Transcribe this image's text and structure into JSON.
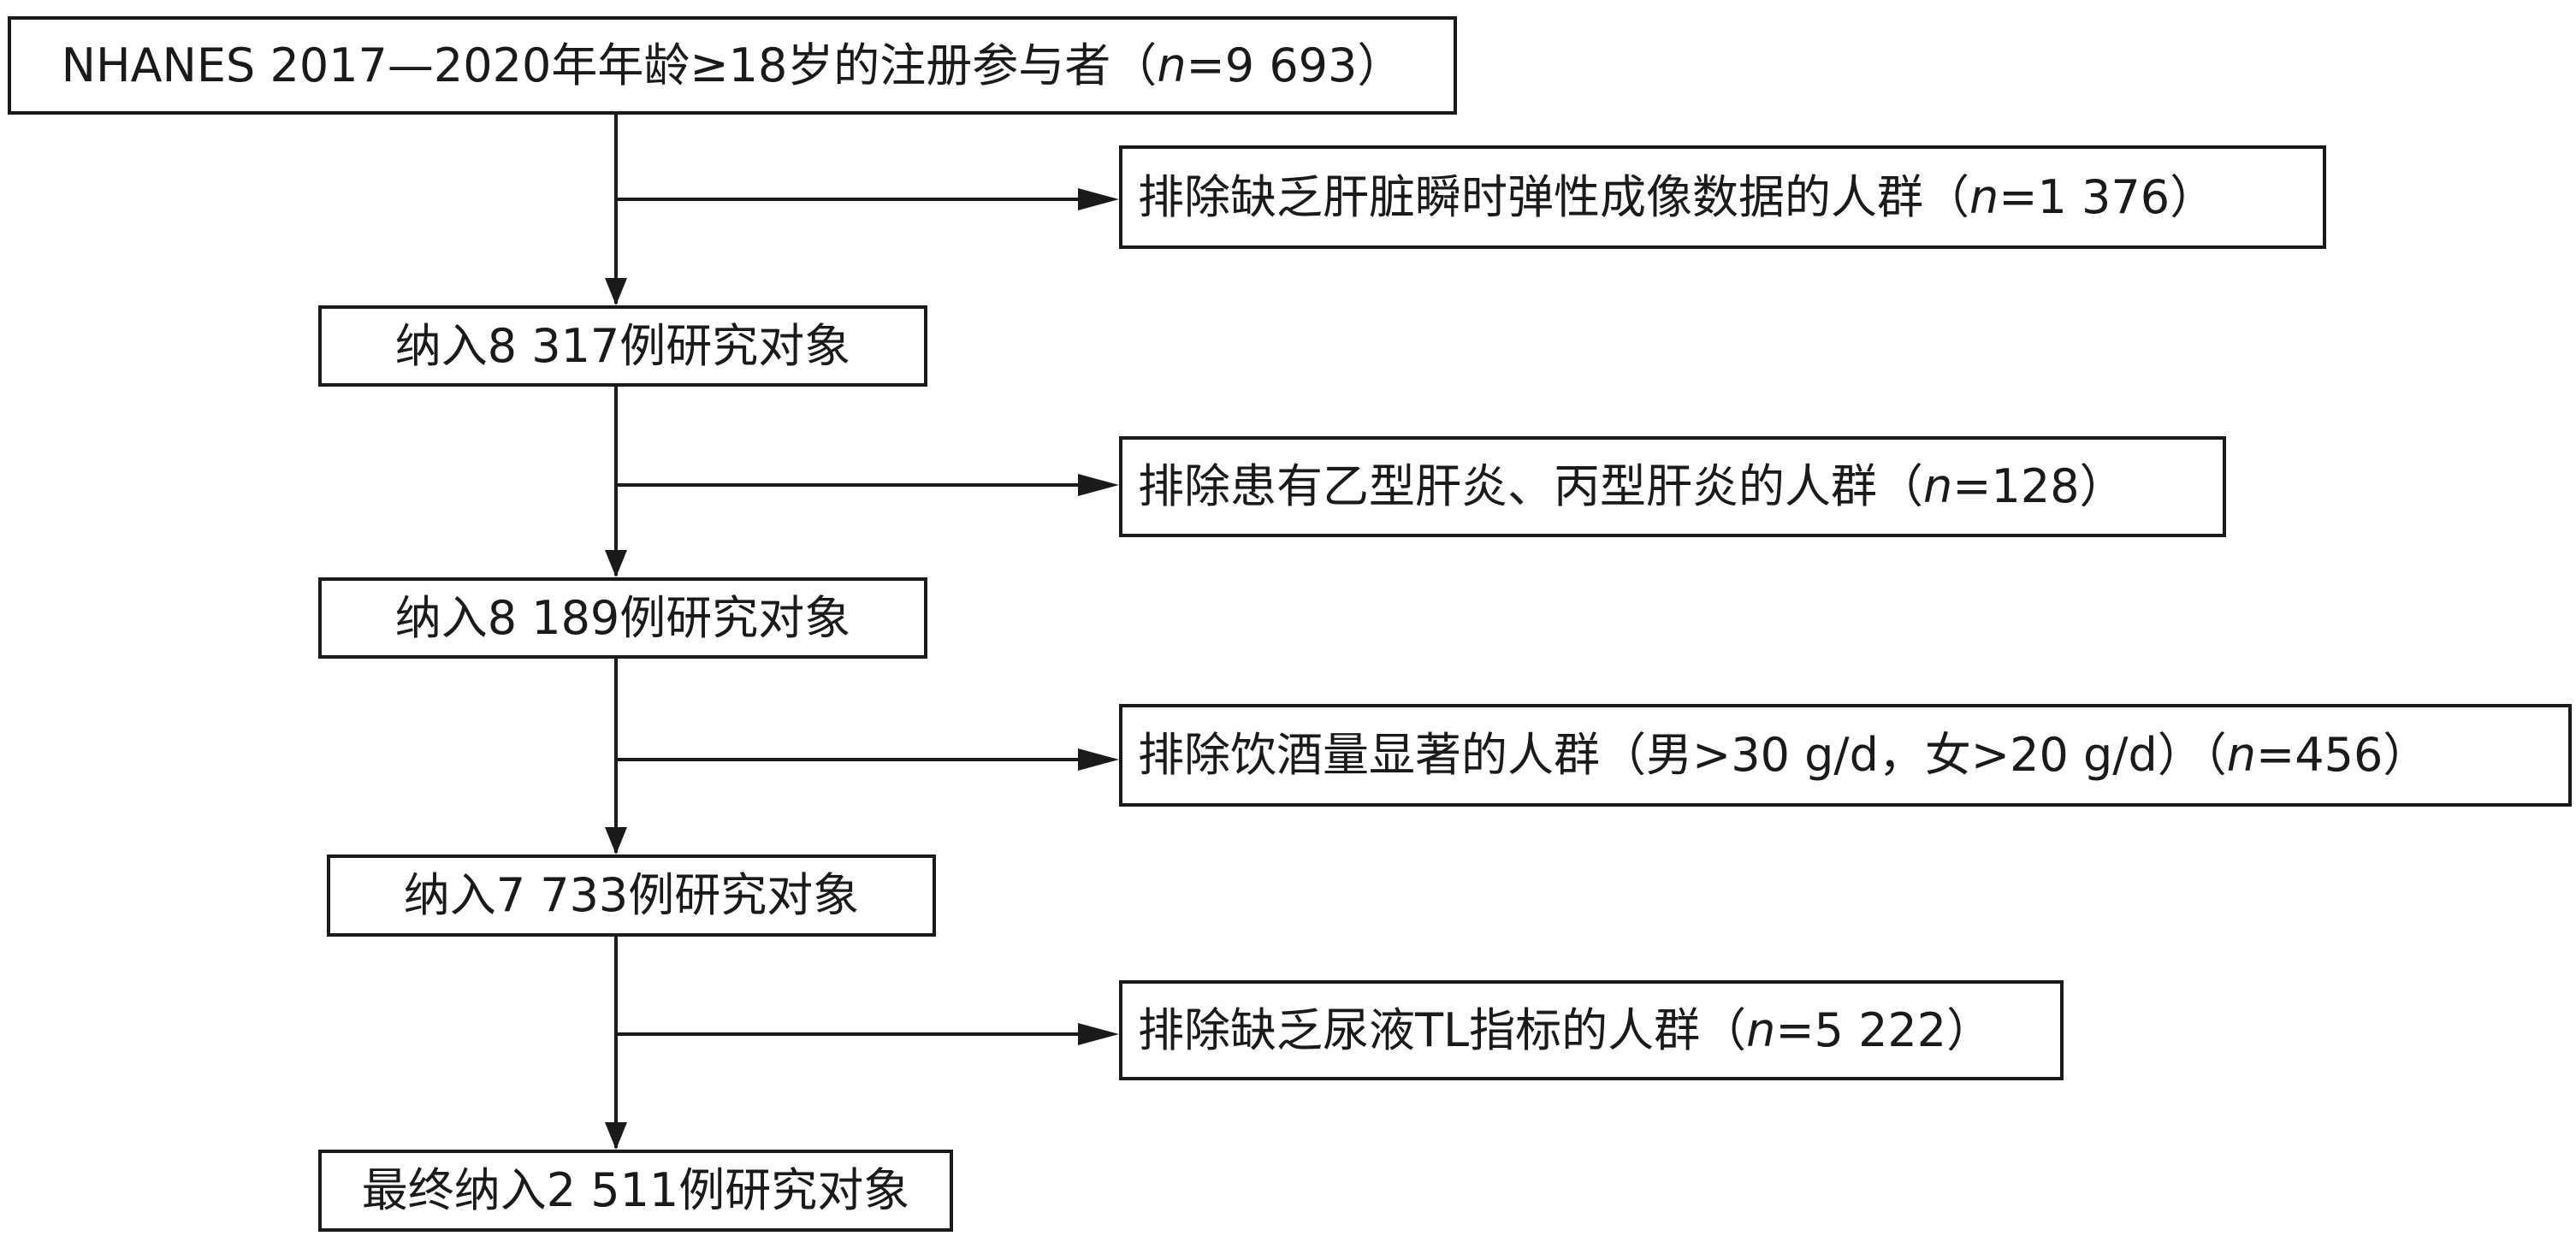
{
  "colors": {
    "line": "#1a1a1a",
    "box_border": "#1a1a1a",
    "text": "#1a1a1a",
    "background": "#ffffff"
  },
  "nodes": {
    "start": {
      "text": "NHANES 2017—2020年年龄≥18岁的注册参与者（",
      "n_label": "n",
      "n_value": "=9 693）"
    },
    "step1": {
      "text": "纳入8 317例研究对象"
    },
    "step2": {
      "text": "纳入8 189例研究对象"
    },
    "step3": {
      "text": "纳入7 733例研究对象"
    },
    "final": {
      "text": "最终纳入2 511例研究对象"
    }
  },
  "exclusions": {
    "ex1": {
      "text": "排除缺乏肝脏瞬时弹性成像数据的人群（",
      "n_label": "n",
      "n_value": "=1 376）"
    },
    "ex2": {
      "text": "排除患有乙型肝炎、丙型肝炎的人群（",
      "n_label": "n",
      "n_value": "=128）"
    },
    "ex3": {
      "text": "排除饮酒量显著的人群（男>30 g/d，女>20 g/d）（",
      "n_label": "n",
      "n_value": "=456）"
    },
    "ex4": {
      "text": "排除缺乏尿液TL指标的人群（",
      "n_label": "n",
      "n_value": "=5 222）"
    }
  }
}
